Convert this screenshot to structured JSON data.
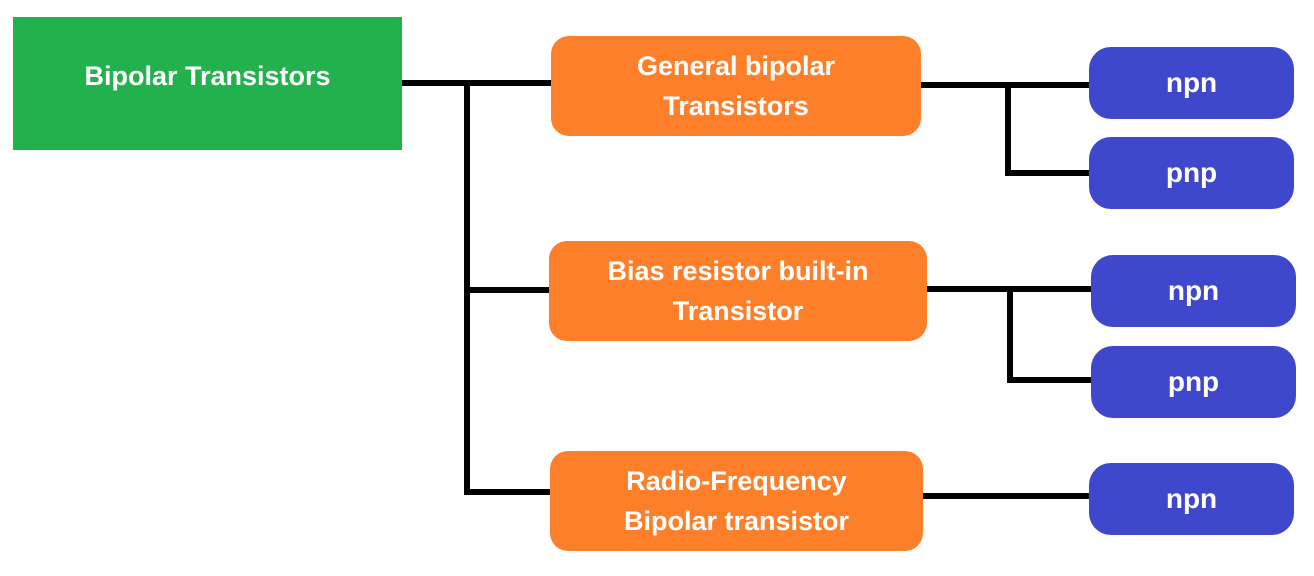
{
  "colors": {
    "root": "#22b14c",
    "category": "#fd7f2a",
    "leaf": "#3f48cc",
    "connector": "#000000",
    "text": "#ffffff"
  },
  "root": {
    "label": "Bipolar Transistors"
  },
  "categories": [
    {
      "label": "General bipolar\nTransistors",
      "children": [
        "npn",
        "pnp"
      ]
    },
    {
      "label": "Bias resistor built-in\nTransistor",
      "children": [
        "npn",
        "pnp"
      ]
    },
    {
      "label": "Radio-Frequency\nBipolar transistor",
      "children": [
        "npn"
      ]
    }
  ]
}
